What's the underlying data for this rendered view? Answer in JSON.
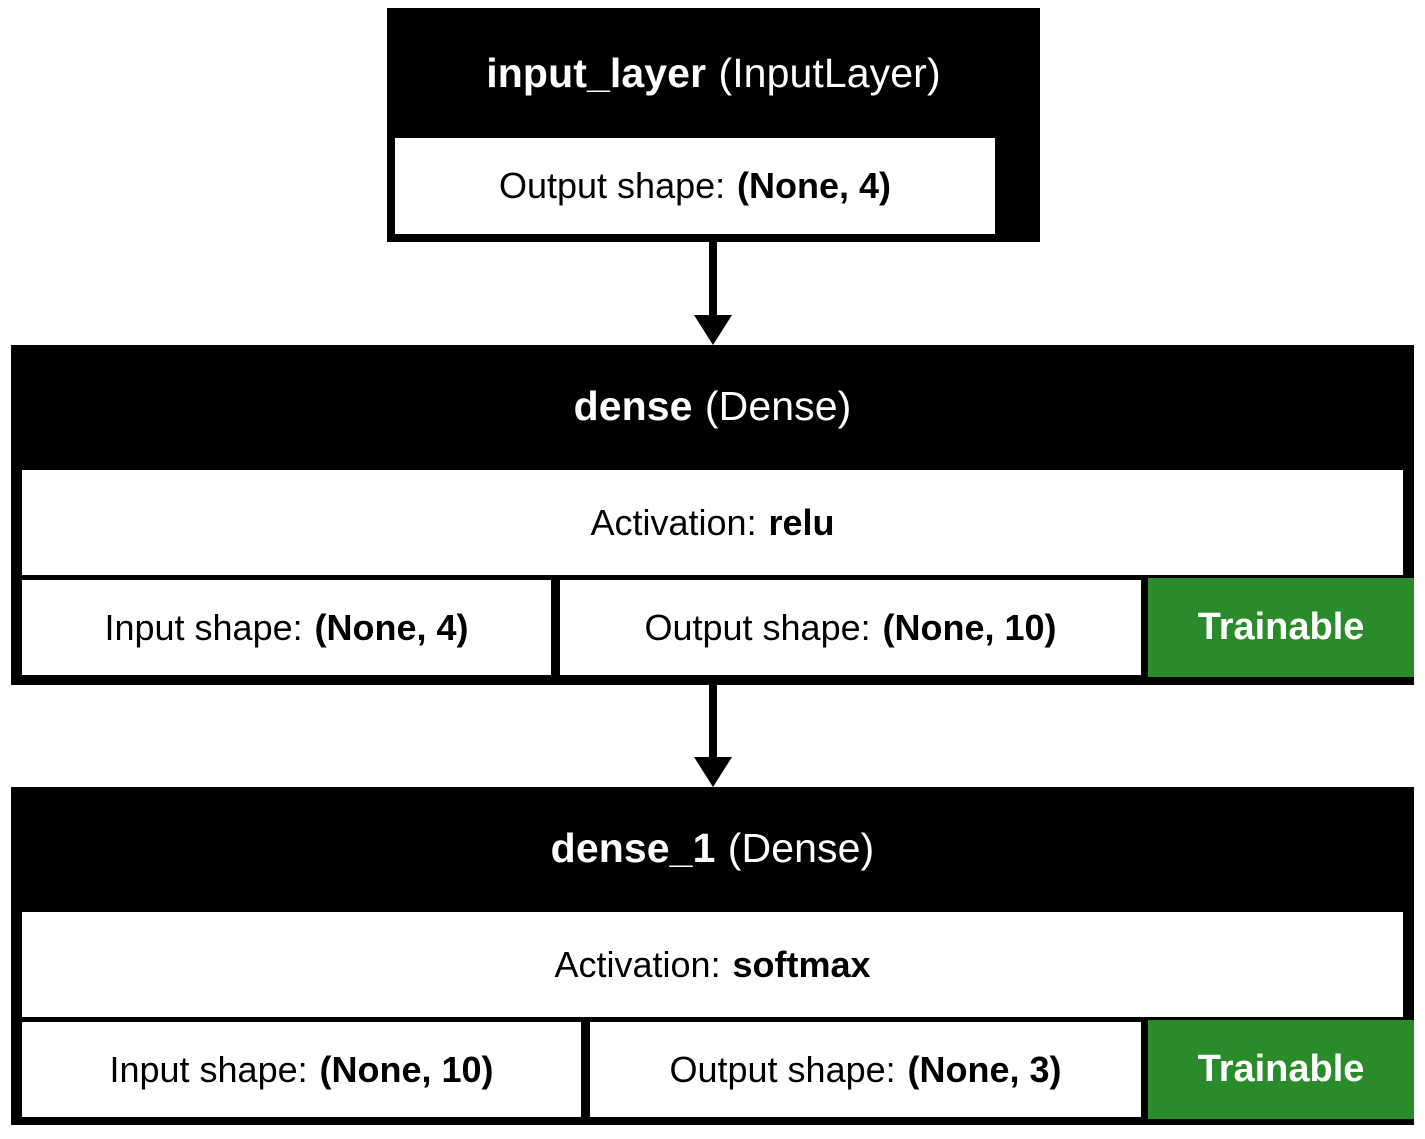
{
  "diagram": {
    "kind": "keras-model-plot",
    "background_color": "#ffffff",
    "node_color": "#000000",
    "cell_color": "#ffffff",
    "trainable_color": "#2a8b2b",
    "text_on_node": "#ffffff",
    "text_on_cell": "#000000"
  },
  "labels": {
    "output_shape": "Output shape:",
    "input_shape": "Input shape:",
    "activation": "Activation:",
    "trainable": "Trainable"
  },
  "nodes": [
    {
      "id": "input_layer",
      "name": "input_layer",
      "class_name": "(InputLayer)",
      "output_shape": "(None, 4)"
    },
    {
      "id": "dense",
      "name": "dense",
      "class_name": "(Dense)",
      "activation": "relu",
      "input_shape": "(None, 4)",
      "output_shape": "(None, 10)",
      "trainable": "Trainable"
    },
    {
      "id": "dense_1",
      "name": "dense_1",
      "class_name": "(Dense)",
      "activation": "softmax",
      "input_shape": "(None, 10)",
      "output_shape": "(None, 3)",
      "trainable": "Trainable"
    }
  ],
  "edges": [
    {
      "from": "input_layer",
      "to": "dense"
    },
    {
      "from": "dense",
      "to": "dense_1"
    }
  ]
}
